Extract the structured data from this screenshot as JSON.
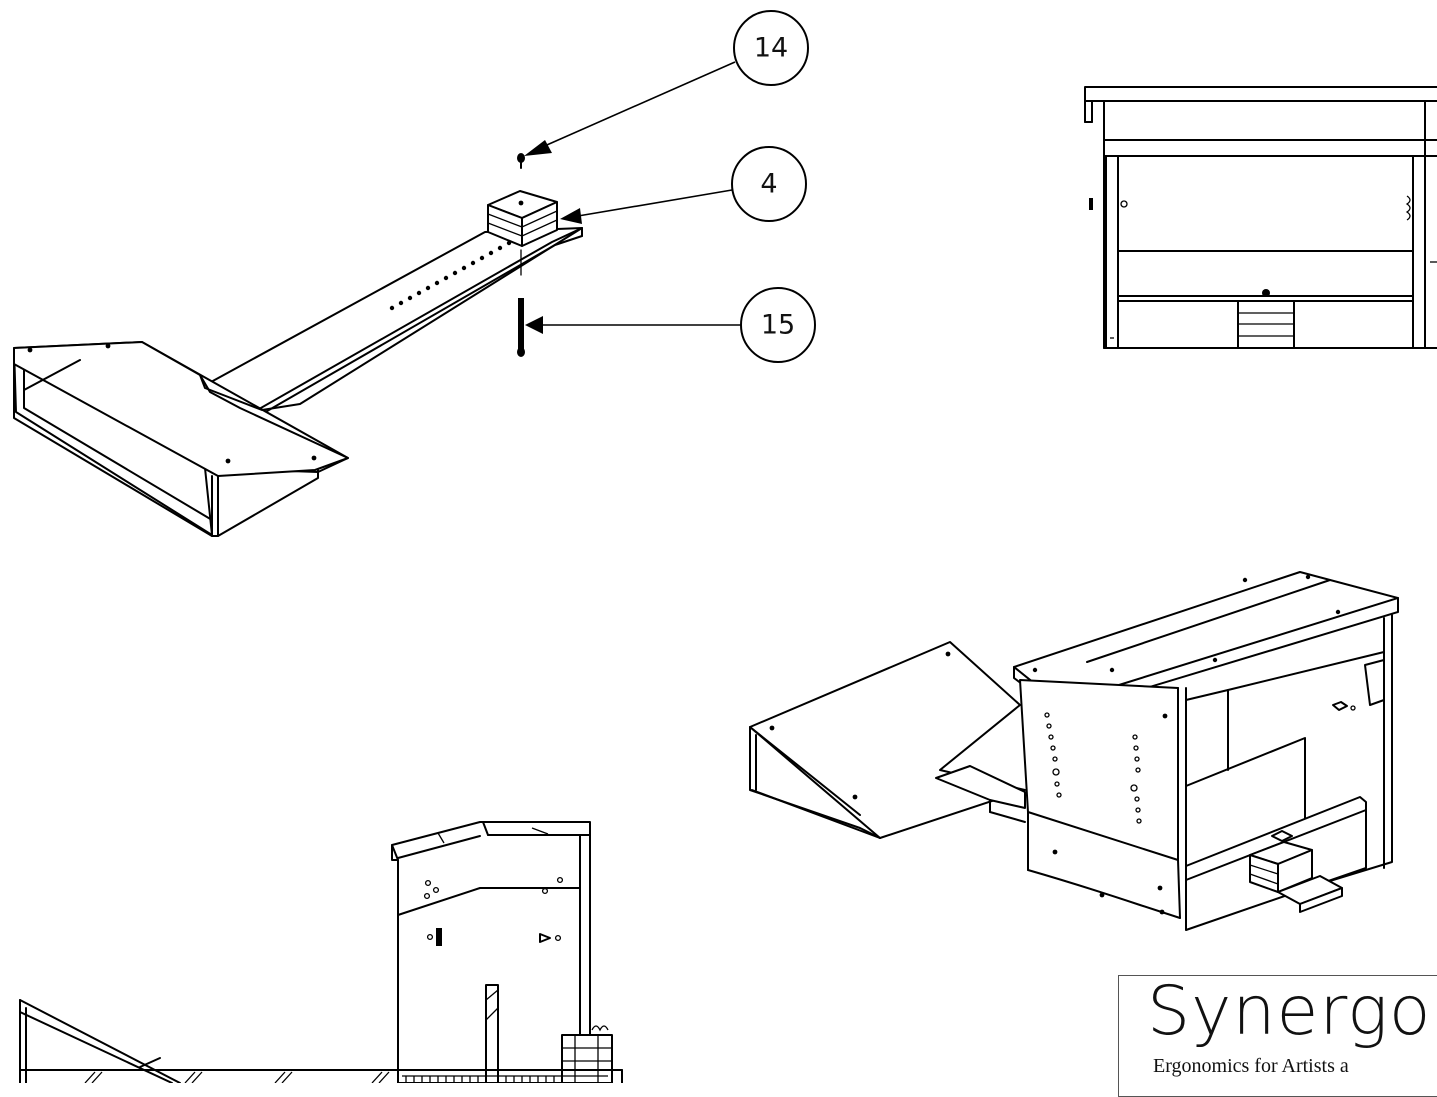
{
  "callouts": [
    {
      "label": "14",
      "part": "wing nut"
    },
    {
      "label": "4",
      "part": "block stack"
    },
    {
      "label": "15",
      "part": "bolt"
    }
  ],
  "brand": {
    "name": "Synergo",
    "tagline": "Ergonomics for Artists a"
  },
  "colors": {
    "ink": "#000000",
    "paper": "#ffffff"
  }
}
